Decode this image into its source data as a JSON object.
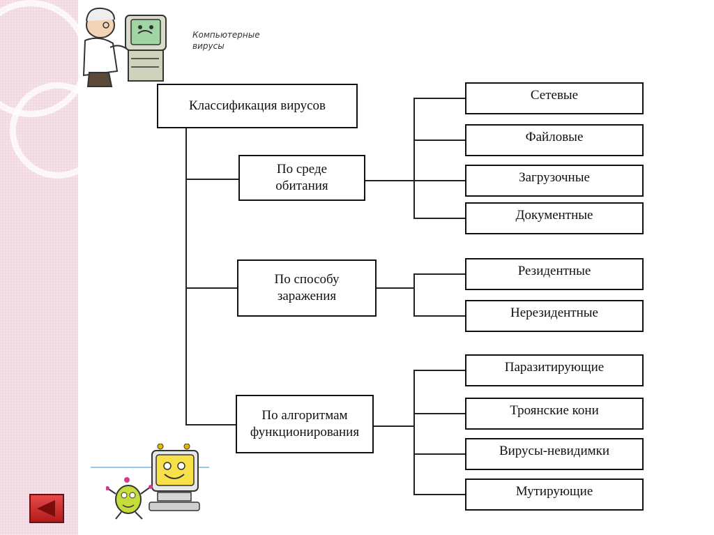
{
  "subtitle": "Компьютерные вирусы",
  "root": {
    "label": "Классификация вирусов"
  },
  "categories": [
    {
      "label_lines": [
        "По среде",
        "обитания"
      ],
      "items": [
        "Сетевые",
        "Файловые",
        "Загрузочные",
        "Документные"
      ]
    },
    {
      "label_lines": [
        "По способу",
        "заражения"
      ],
      "items": [
        "Резидентные",
        "Нерезидентные"
      ]
    },
    {
      "label_lines": [
        "По алгоритмам",
        "функционирования"
      ],
      "items": [
        "Паразитирующие",
        "Троянские кони",
        "Вирусы-невидимки",
        "Мутирующие"
      ]
    }
  ],
  "colors": {
    "panel": "#f1d9e2",
    "button": "#c8262a",
    "lines": "#222222"
  },
  "icons": [
    "doctor-computer-illustration",
    "happy-computer-illustration",
    "virus-bug-illustration",
    "back-arrow-icon"
  ]
}
